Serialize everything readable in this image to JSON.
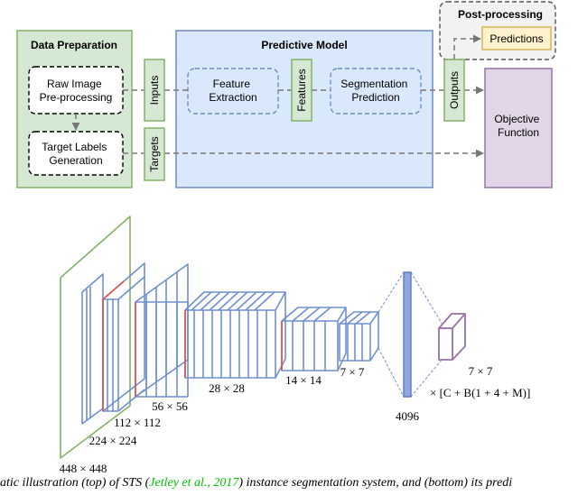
{
  "top": {
    "data_prep_title": "Data Preparation",
    "raw_image": [
      "Raw Image",
      "Pre-processing"
    ],
    "target_labels": [
      "Target Labels",
      "Generation"
    ],
    "inputs": "Inputs",
    "targets": "Targets",
    "predictive_title": "Predictive Model",
    "feature_extraction": [
      "Feature",
      "Extraction"
    ],
    "features": "Features",
    "segmentation": [
      "Segmentation",
      "Prediction"
    ],
    "outputs": "Outputs",
    "post_title": "Post-processing",
    "predictions": "Predictions",
    "objective": [
      "Objective",
      "Function"
    ]
  },
  "network": {
    "dims": [
      "448 × 448",
      "224 × 224",
      "112 × 112",
      "56 × 56",
      "28 × 28",
      "14 × 14",
      "7 × 7",
      "4096",
      "7 × 7",
      "× [C + B(1 + 4 + M)]"
    ]
  },
  "caption": {
    "before": "atic illustration (top) of STS (",
    "cite": "Jetley et al., 2017",
    "after": ") instance segmentation system, and (bottom) its predi"
  },
  "colors": {
    "green_fill": "#d5e8d4",
    "green_stroke": "#82b366",
    "blue_fill": "#dae8fc",
    "blue_stroke": "#6c8ebf",
    "yellow_fill": "#fff2cc",
    "yellow_stroke": "#d6b656",
    "purple_fill": "#e1d5e7",
    "purple_stroke": "#9673a6",
    "net_blue": "#6f8fd1",
    "net_red": "#e0504a",
    "net_green": "#82b366"
  }
}
